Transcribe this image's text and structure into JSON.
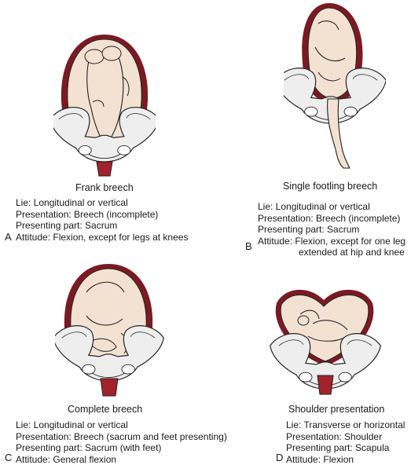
{
  "panels": [
    {
      "letter": "A",
      "title": "Frank breech",
      "lines": [
        "Lie: Longitudinal or vertical",
        "Presentation: Breech (incomplete)",
        "Presenting part: Sacrum",
        "Attitude: Flexion, except for legs at knees"
      ]
    },
    {
      "letter": "B",
      "title": "Single footling breech",
      "lines": [
        "Lie: Longitudinal or vertical",
        "Presentation: Breech (incomplete)",
        "Presenting part: Sacrum",
        "Attitude: Flexion, except for one leg",
        "extended at hip and knee"
      ]
    },
    {
      "letter": "C",
      "title": "Complete breech",
      "lines": [
        "Lie: Longitudinal or vertical",
        "Presentation: Breech (sacrum and feet presenting)",
        "Presenting part: Sacrum (with feet)",
        "Attitude: General flexion"
      ]
    },
    {
      "letter": "D",
      "title": "Shoulder presentation",
      "lines": [
        "Lie: Transverse or horizontal",
        "Presentation: Shoulder",
        "Presenting part: Scapula",
        "Attitude: Flexion"
      ]
    }
  ],
  "colors": {
    "uterus": "#7a1a22",
    "skin": "#f3e1d2",
    "pelvis": "#eeeeee",
    "outline": "#222222",
    "cervix": "#a3232c"
  }
}
